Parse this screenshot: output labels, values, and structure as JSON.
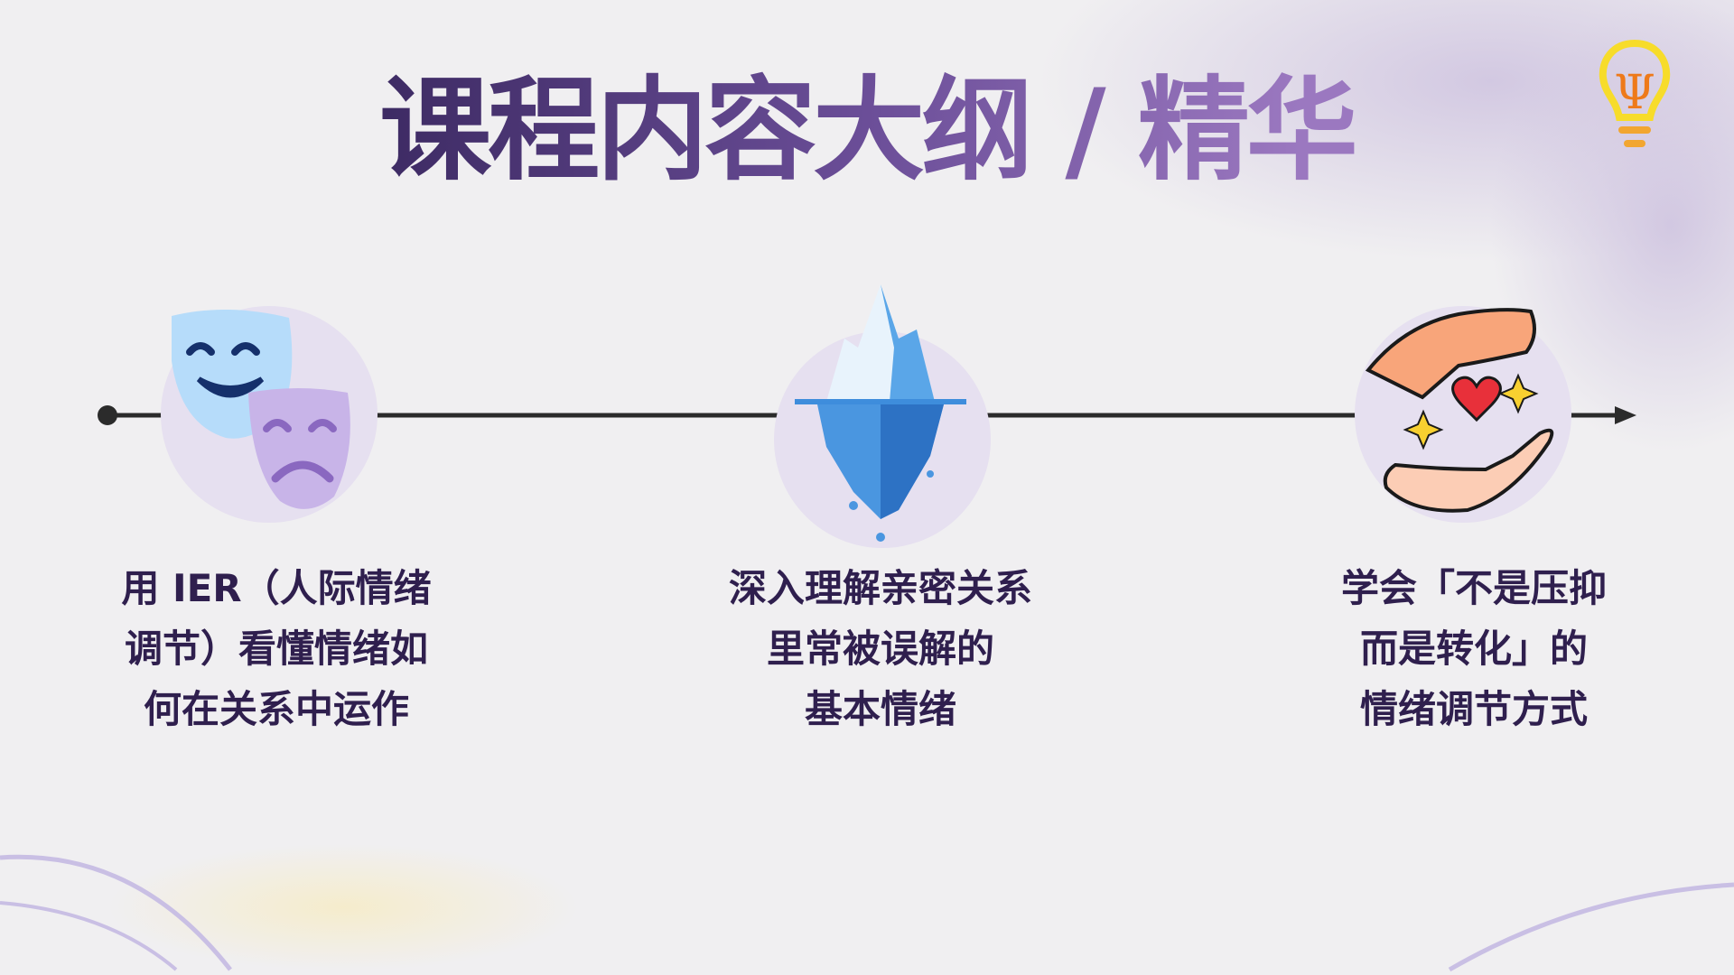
{
  "title": "课程内容大纲 / 精华",
  "logo": {
    "icon": "lightbulb-psi-icon"
  },
  "items": [
    {
      "icon": "theater-masks-icon",
      "lines": [
        "用 IER（人际情绪",
        "调节）看懂情绪如",
        "何在关系中运作"
      ]
    },
    {
      "icon": "iceberg-icon",
      "lines": [
        "深入理解亲密关系",
        "里常被误解的",
        "基本情绪"
      ]
    },
    {
      "icon": "caring-hands-heart-icon",
      "lines": [
        "学会「不是压抑",
        "而是转化」的",
        "情绪调节方式"
      ]
    }
  ],
  "colors": {
    "title_dark": "#3a2860",
    "title_light": "#9b78c0",
    "text": "#2f1f4e",
    "line": "#2b2b2b",
    "circle": "#e6e0f0"
  }
}
